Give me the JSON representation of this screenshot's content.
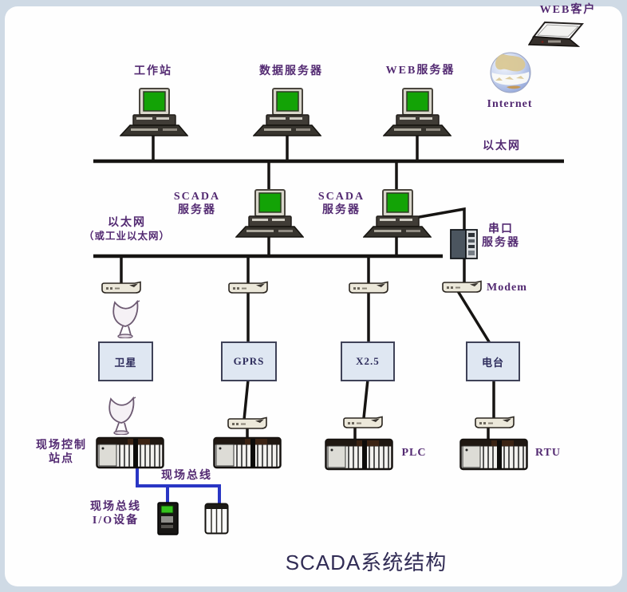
{
  "diagram": {
    "title": "SCADA系统结构",
    "labels": {
      "workstation": "工作站",
      "data_server": "数据服务器",
      "web_server": "WEB服务器",
      "web_client": "WEB客户",
      "internet": "Internet",
      "ethernet_top": "以太网",
      "scada_server_line1": "SCADA",
      "scada_server_line2": "服务器",
      "ethernet2_line1": "以太网",
      "ethernet2_line2": "（或工业以太网）",
      "serial_server_line1": "串口",
      "serial_server_line2": "服务器",
      "modem": "Modem",
      "plc": "PLC",
      "rtu": "RTU",
      "field_control_line1": "现场控制",
      "field_control_line2": "站点",
      "fieldbus": "现场总线",
      "fieldbus_io_line1": "现场总线",
      "fieldbus_io_line2": "I/O设备"
    },
    "boxes": {
      "satellite": "卫星",
      "gprs": "GPRS",
      "x25": "X2.5",
      "radio": "电台"
    },
    "colors": {
      "label_text": "#532a72",
      "title_text": "#312c55",
      "network_line": "#161412",
      "fieldbus_line": "#2936c4",
      "box_fill": "#dfe7f2",
      "box_border": "#3f4258",
      "screen_green": "#13a306",
      "canvas": "#fefefe",
      "page_background": "#cfdae5"
    }
  }
}
